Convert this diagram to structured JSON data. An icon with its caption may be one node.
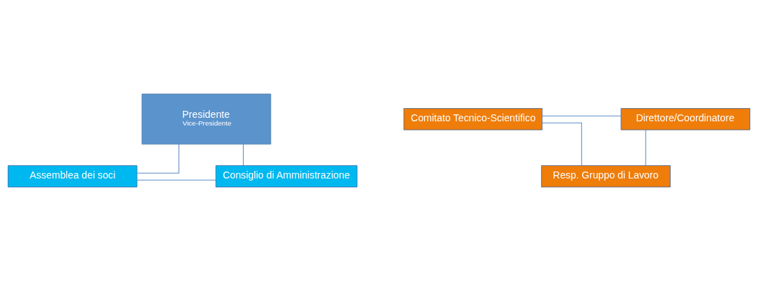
{
  "diagram": {
    "nodes": [
      {
        "text": [
          "Presidente",
          "Vice-Presidente"
        ]
      },
      {
        "text": [
          "Assemblea dei soci"
        ]
      },
      {
        "text": [
          "Consiglio di Amministrazione"
        ]
      },
      {
        "text": [
          "Comitato Tecnico-Scientifico"
        ]
      },
      {
        "text": [
          "Direttore/Coordinatore"
        ]
      },
      {
        "text": [
          "Resp. Gruppo di Lavoro"
        ]
      }
    ],
    "edges": [
      {
        "from": 0,
        "to": 1,
        "arrow": "none"
      },
      {
        "from": 0,
        "to": 2,
        "arrow": "none"
      },
      {
        "from": 1,
        "to": 2,
        "arrow": "none"
      },
      {
        "from": 3,
        "to": 4,
        "arrow": "none"
      },
      {
        "from": 3,
        "to": 5,
        "arrow": "none"
      },
      {
        "from": 4,
        "to": 5,
        "arrow": "none"
      }
    ]
  }
}
